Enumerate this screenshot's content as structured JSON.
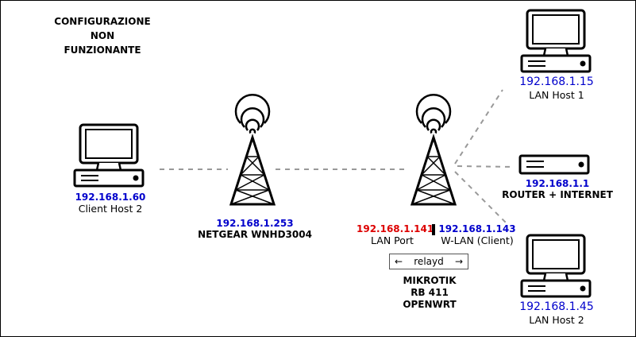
{
  "header": {
    "title_lines": [
      "CONFIGURAZIONE",
      "NON",
      "FUNZIONANTE"
    ]
  },
  "client": {
    "ip": "192.168.1.60",
    "name": "Client Host 2"
  },
  "netgear": {
    "ip": "192.168.1.253",
    "name": "NETGEAR WNHD3004"
  },
  "mikrotik": {
    "lan_ip": "192.168.1.141",
    "lan_label": "LAN Port",
    "wlan_ip": "192.168.1.143",
    "wlan_label": "W-LAN (Client)",
    "relayd": {
      "left_arrow": "←",
      "label": "relayd",
      "right_arrow": "→"
    },
    "name_lines": [
      "MIKROTIK",
      "RB 411",
      "OPENWRT"
    ]
  },
  "lan_host_1": {
    "ip": "192.168.1.15",
    "name": "LAN Host 1"
  },
  "router": {
    "ip": "192.168.1.1",
    "name": "ROUTER + INTERNET"
  },
  "lan_host_2": {
    "ip": "192.168.1.45",
    "name": "LAN Host 2"
  },
  "colors": {
    "ip_blue": "#0000cc",
    "ip_red": "#dd0000",
    "link": "#999999"
  },
  "icons": [
    "computer-icon",
    "antenna-icon",
    "router-icon"
  ]
}
